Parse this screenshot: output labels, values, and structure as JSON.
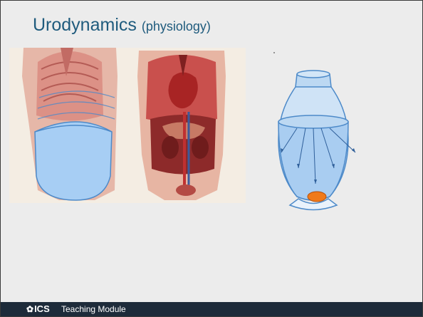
{
  "slide": {
    "title_main": "Urodynamics",
    "title_sub": "(physiology)"
  },
  "footer": {
    "logo_text": "ICS",
    "label": "Teaching Module"
  }
}
